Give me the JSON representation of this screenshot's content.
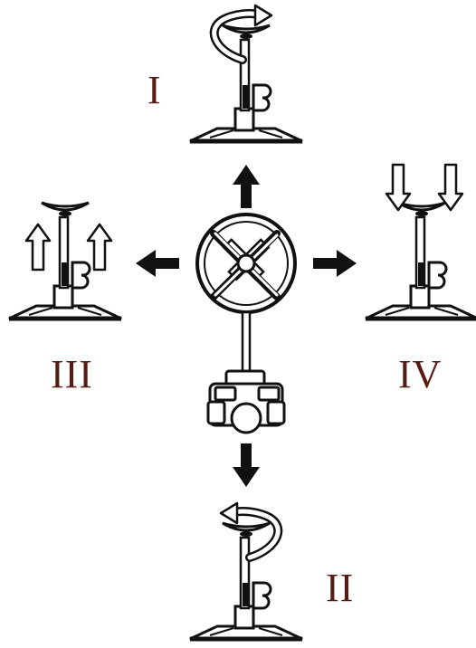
{
  "labels": {
    "i": "I",
    "ii": "II",
    "iii": "III",
    "iv": "IV"
  },
  "colors": {
    "label": "#5a1a14",
    "ink": "#111111",
    "arrow_fill": "#ffffff"
  },
  "icons": {
    "center": "joystick-wheel-icon",
    "positions": [
      "stand-rotate-clockwise-icon",
      "stand-rotate-counterclockwise-icon",
      "stand-raise-icon",
      "stand-lower-icon"
    ]
  }
}
